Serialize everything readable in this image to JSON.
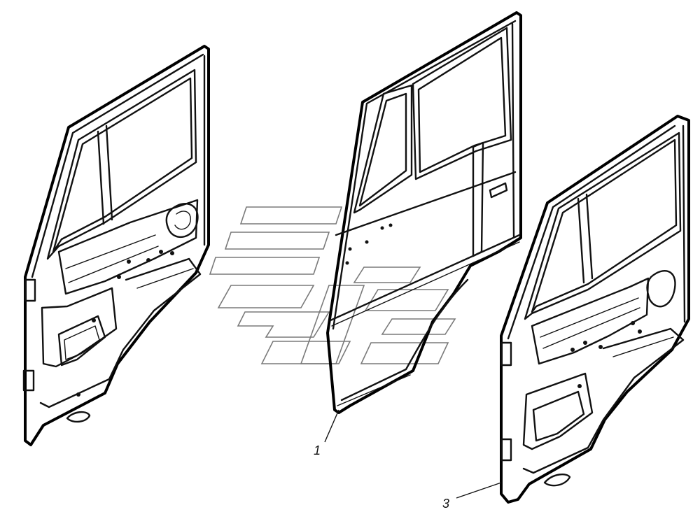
{
  "diagram": {
    "callouts": [
      {
        "id": "1",
        "label": "1"
      },
      {
        "id": "3",
        "label": "3"
      }
    ]
  }
}
